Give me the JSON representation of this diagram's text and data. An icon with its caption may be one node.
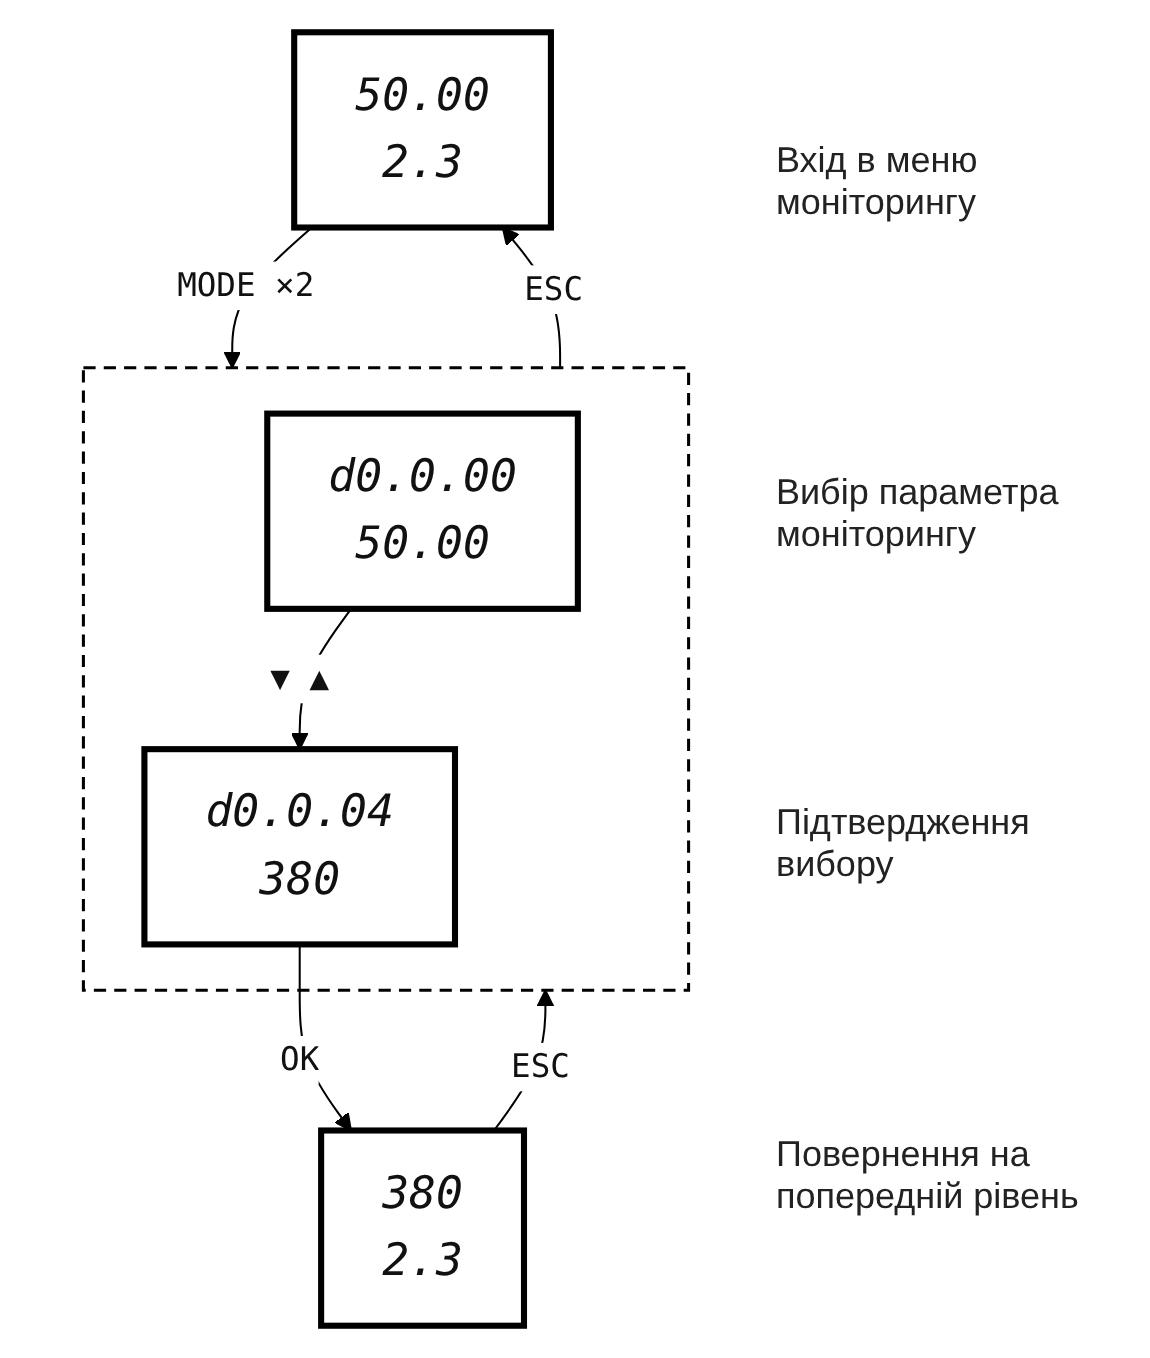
{
  "diagram": {
    "nodes": [
      {
        "text": [
          "50.00",
          "2.3"
        ]
      },
      {
        "text": [],
        "shape": "box"
      },
      {
        "text": [
          "d0.0.00",
          "50.00"
        ],
        "in": 1
      },
      {
        "text": [
          "d0.0.04",
          "380"
        ],
        "in": 1
      },
      {
        "text": [
          "380",
          "2.3"
        ]
      }
    ],
    "edges": [
      {
        "from": 0,
        "to": 1,
        "arrow": "to",
        "label": "MODE ×2"
      },
      {
        "from": 1,
        "to": 0,
        "arrow": "to",
        "label": "ESC"
      },
      {
        "from": 2,
        "to": 3,
        "arrow": "to",
        "label": "▼ ▲"
      },
      {
        "from": 3,
        "to": 4,
        "arrow": "to",
        "label": "OK"
      },
      {
        "from": 4,
        "to": 1,
        "arrow": "to",
        "label": "ESC"
      }
    ],
    "labels": [
      "Вхід в меню моніторингу",
      "Вибір параметра моніторингу",
      "Підтвердження вибору",
      "Повернення на попередній рівень"
    ]
  }
}
